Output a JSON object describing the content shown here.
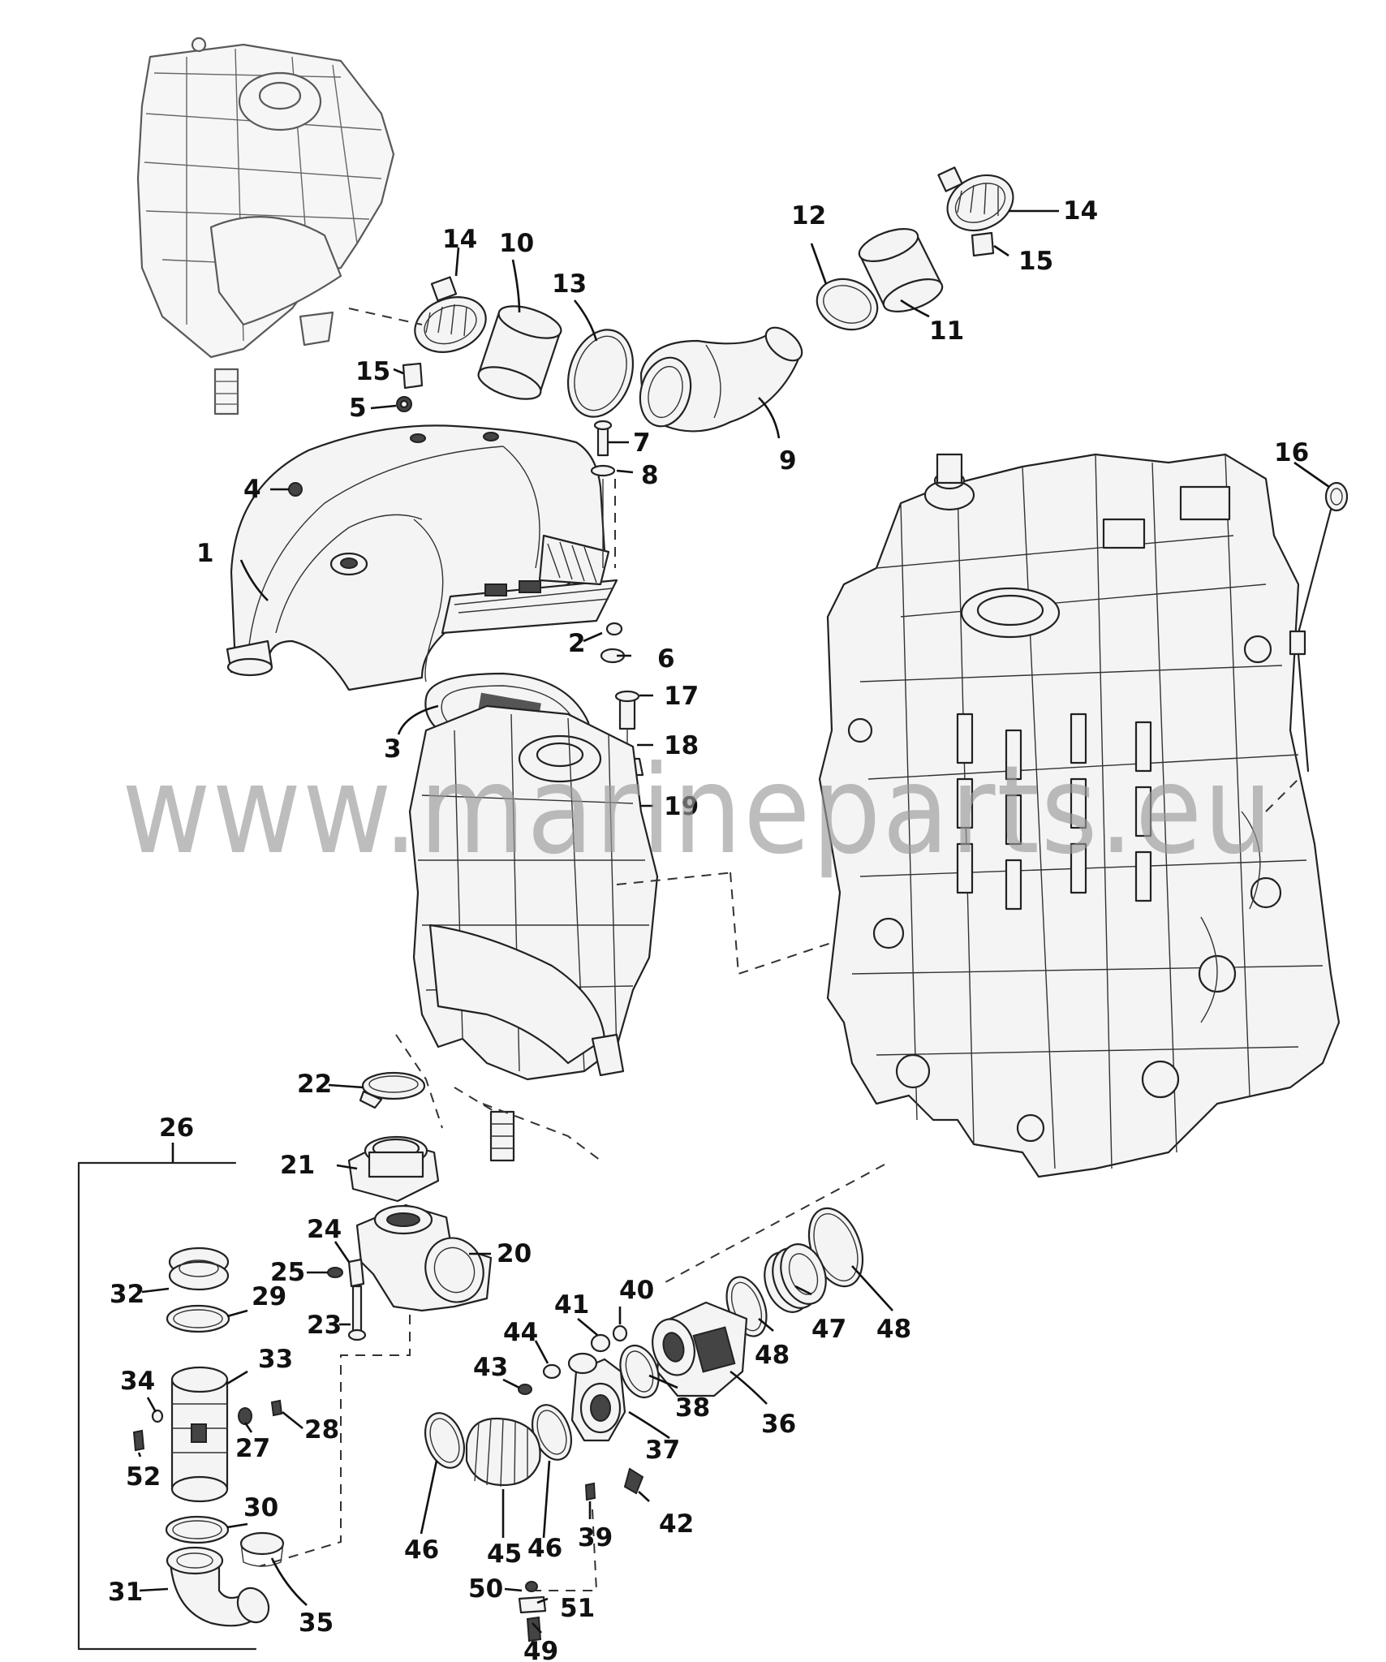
{
  "watermark": "www.marineparts.eu",
  "callouts": [
    {
      "id": "c1",
      "text": "1"
    },
    {
      "id": "c2",
      "text": "2"
    },
    {
      "id": "c3",
      "text": "3"
    },
    {
      "id": "c4",
      "text": "4"
    },
    {
      "id": "c5",
      "text": "5"
    },
    {
      "id": "c6",
      "text": "6"
    },
    {
      "id": "c7",
      "text": "7"
    },
    {
      "id": "c8",
      "text": "8"
    },
    {
      "id": "c9",
      "text": "9"
    },
    {
      "id": "c10",
      "text": "10"
    },
    {
      "id": "c11",
      "text": "11"
    },
    {
      "id": "c12",
      "text": "12"
    },
    {
      "id": "c13",
      "text": "13"
    },
    {
      "id": "c14a",
      "text": "14"
    },
    {
      "id": "c14b",
      "text": "14"
    },
    {
      "id": "c15a",
      "text": "15"
    },
    {
      "id": "c15b",
      "text": "15"
    },
    {
      "id": "c16",
      "text": "16"
    },
    {
      "id": "c17",
      "text": "17"
    },
    {
      "id": "c18",
      "text": "18"
    },
    {
      "id": "c19",
      "text": "19"
    },
    {
      "id": "c20",
      "text": "20"
    },
    {
      "id": "c21",
      "text": "21"
    },
    {
      "id": "c22",
      "text": "22"
    },
    {
      "id": "c23",
      "text": "23"
    },
    {
      "id": "c24",
      "text": "24"
    },
    {
      "id": "c25",
      "text": "25"
    },
    {
      "id": "c26",
      "text": "26"
    },
    {
      "id": "c27",
      "text": "27"
    },
    {
      "id": "c28",
      "text": "28"
    },
    {
      "id": "c29",
      "text": "29"
    },
    {
      "id": "c30",
      "text": "30"
    },
    {
      "id": "c31",
      "text": "31"
    },
    {
      "id": "c32",
      "text": "32"
    },
    {
      "id": "c33",
      "text": "33"
    },
    {
      "id": "c34",
      "text": "34"
    },
    {
      "id": "c35",
      "text": "35"
    },
    {
      "id": "c36",
      "text": "36"
    },
    {
      "id": "c37",
      "text": "37"
    },
    {
      "id": "c38",
      "text": "38"
    },
    {
      "id": "c39",
      "text": "39"
    },
    {
      "id": "c40",
      "text": "40"
    },
    {
      "id": "c41",
      "text": "41"
    },
    {
      "id": "c42",
      "text": "42"
    },
    {
      "id": "c43",
      "text": "43"
    },
    {
      "id": "c44",
      "text": "44"
    },
    {
      "id": "c45",
      "text": "45"
    },
    {
      "id": "c46a",
      "text": "46"
    },
    {
      "id": "c46b",
      "text": "46"
    },
    {
      "id": "c47",
      "text": "47"
    },
    {
      "id": "c48a",
      "text": "48"
    },
    {
      "id": "c48b",
      "text": "48"
    },
    {
      "id": "c49",
      "text": "49"
    },
    {
      "id": "c50",
      "text": "50"
    },
    {
      "id": "c51",
      "text": "51"
    },
    {
      "id": "c52",
      "text": "52"
    }
  ]
}
